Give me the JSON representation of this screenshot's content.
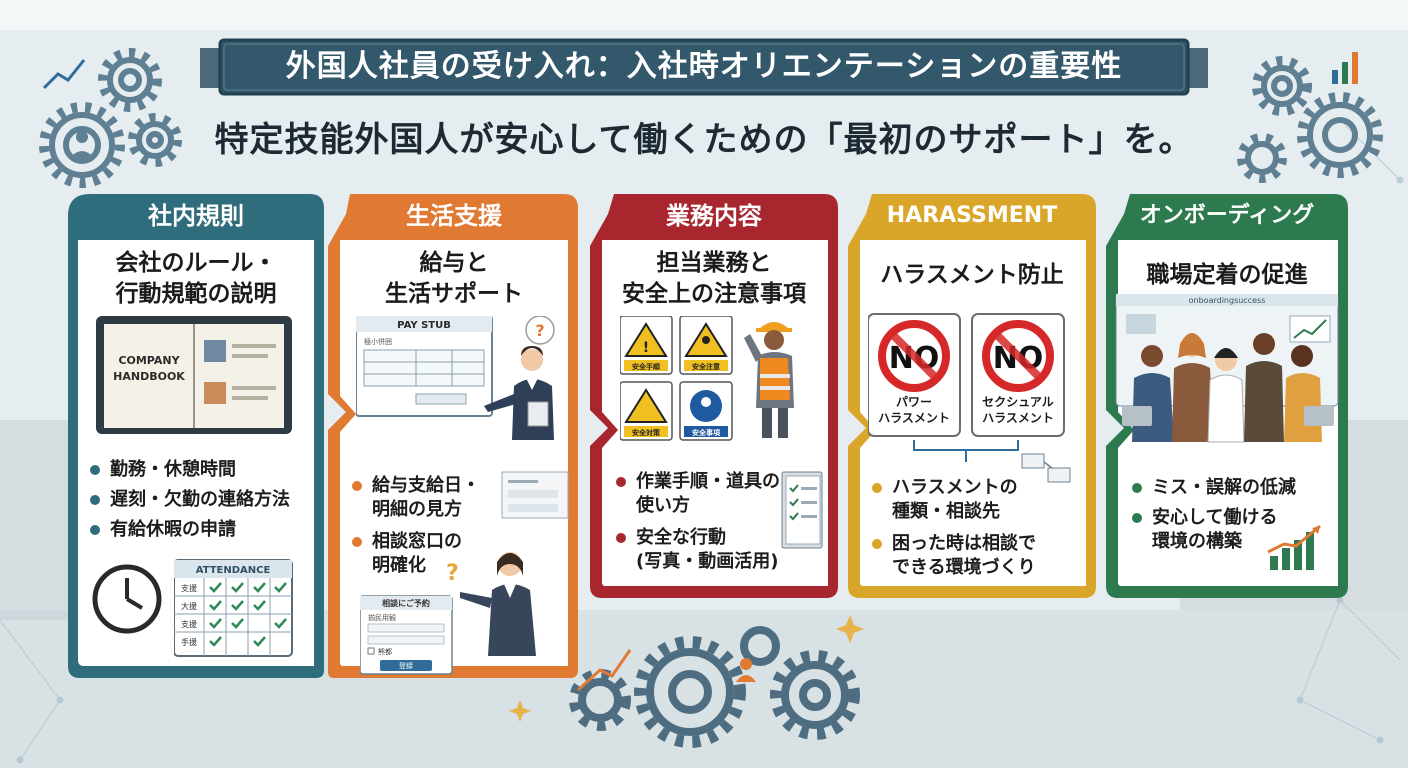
{
  "title": "外国人社員の受け入れ：入社時オリエンテーションの重要性",
  "subtitle": "特定技能外国人が安心して働くための「最初のサポート」を。",
  "colors": {
    "title_banner": "#2f5163",
    "rules": "#2f6c7c",
    "life": "#e07a32",
    "work": "#a8262e",
    "harassment": "#d9a62a",
    "onboarding": "#2e7a4f"
  },
  "cards": [
    {
      "tab": "社内規則",
      "heading": "会社のルール・\n行動規範の説明",
      "illustration": {
        "book_line1": "COMPANY",
        "book_line2": "HANDBOOK",
        "sheet_label": "ATTENDANCE",
        "sheet_rows": [
          "支援",
          "大援",
          "支援",
          "手援"
        ]
      },
      "bullets": [
        "勤務・休憩時間",
        "遅刻・欠勤の連絡方法",
        "有給休暇の申請"
      ]
    },
    {
      "tab": "生活支援",
      "heading": "給与と\n生活サポート",
      "illustration": {
        "doc_title": "PAY STUB",
        "doc_sub": "極小併囲",
        "form_title": "相談にご予約",
        "form_sub": "揃民用観",
        "form_check": "熊都",
        "form_button": "登録"
      },
      "bullets": [
        "給与支給日・\n明細の見方",
        "相談窓口の\n明確化"
      ]
    },
    {
      "tab": "業務内容",
      "heading": "担当業務と\n安全上の注意事項",
      "illustration": {
        "signs": [
          "安全手順",
          "安全注意",
          "安全対策",
          "安全事項"
        ]
      },
      "bullets": [
        "作業手順・道具の\n使い方",
        "安全な行動\n(写真・動画活用)"
      ]
    },
    {
      "tab": "HARASSMENT",
      "heading": "ハラスメント防止",
      "illustration": {
        "no_text": "NO",
        "signs": [
          "パワー\nハラスメント",
          "セクシュアル\nハラスメント"
        ]
      },
      "bullets": [
        "ハラスメントの\n種類・相談先",
        "困った時は相談で\nできる環境づくり"
      ]
    },
    {
      "tab": "オンボーディング",
      "heading": "職場定着の促進",
      "illustration": {
        "screen_title": "onboardingsuccess"
      },
      "bullets": [
        "ミス・誤解の低減",
        "安心して働ける\n環境の構築"
      ]
    }
  ]
}
